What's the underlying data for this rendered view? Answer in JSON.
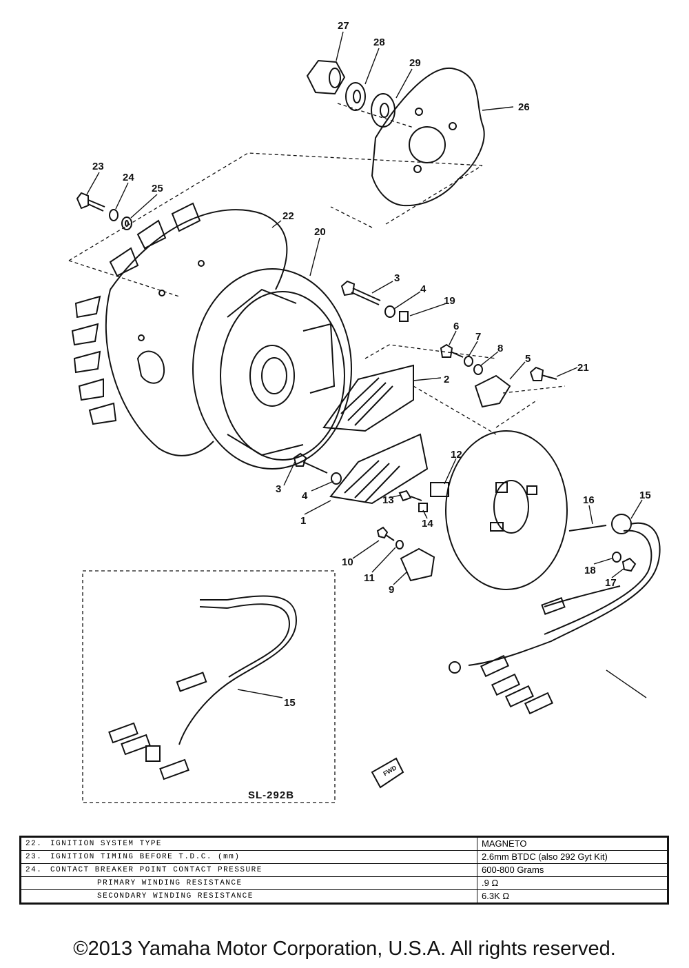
{
  "callouts": {
    "c1": "1",
    "c2": "2",
    "c3a": "3",
    "c3b": "3",
    "c4a": "4",
    "c4b": "4",
    "c5": "5",
    "c6": "6",
    "c7": "7",
    "c8": "8",
    "c9": "9",
    "c10": "10",
    "c11": "11",
    "c12": "12",
    "c13": "13",
    "c14": "14",
    "c15a": "15",
    "c15b": "15",
    "c16": "16",
    "c17": "17",
    "c18": "18",
    "c19": "19",
    "c20": "20",
    "c21": "21",
    "c22": "22",
    "c23": "23",
    "c24": "24",
    "c25": "25",
    "c26": "26",
    "c27": "27",
    "c28": "28",
    "c29": "29"
  },
  "inset_label": "SL-292B",
  "fwd_label": "FWD",
  "specs": [
    {
      "num": "22.",
      "label": "IGNITION SYSTEM TYPE",
      "value": "MAGNETO"
    },
    {
      "num": "23.",
      "label": "IGNITION TIMING BEFORE T.D.C. (mm)",
      "value": "2.6mm BTDC (also 292 Gyt Kit)"
    },
    {
      "num": "24.",
      "label": "CONTACT BREAKER POINT CONTACT PRESSURE",
      "value": "600-800 Grams"
    },
    {
      "num": "",
      "label": "PRIMARY WINDING RESISTANCE",
      "value": ".9 Ω"
    },
    {
      "num": "",
      "label": "SECONDARY WINDING RESISTANCE",
      "value": "6.3K Ω"
    }
  ],
  "copyright": "©2013 Yamaha Motor Corporation, U.S.A. All rights reserved."
}
